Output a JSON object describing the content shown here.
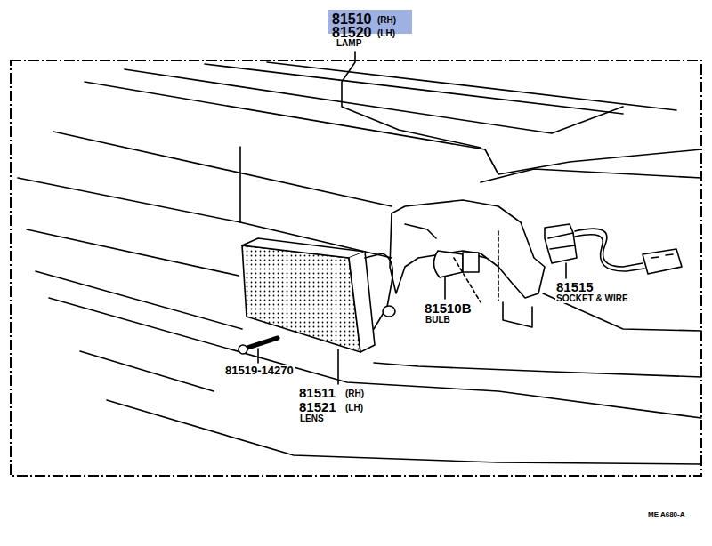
{
  "diagram": {
    "labels": [
      "81510",
      "(RH)",
      "81520",
      "(LH)",
      "LAMP",
      "81515",
      "SOCKET & WIRE",
      "81510B",
      "BULB",
      "81519-14270",
      "81511",
      "(RH)",
      "81521",
      "(LH)",
      "LENS",
      "ME A680-A"
    ]
  }
}
